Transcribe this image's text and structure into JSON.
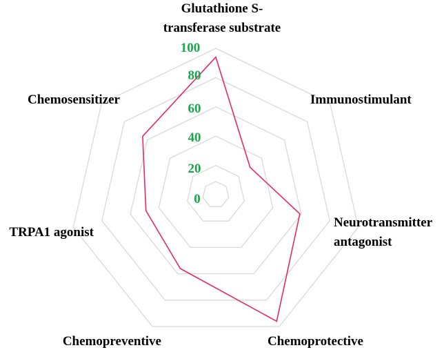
{
  "chart_data": {
    "type": "radar",
    "axes": [
      [
        "Glutathione S-",
        "transferase substrate"
      ],
      [
        "Immunostimulant"
      ],
      [
        "Neurotransmitter",
        "antagonist"
      ],
      [
        "Chemoprotective"
      ],
      [
        "Chemopreventive"
      ],
      [
        "TRPA1 agonist"
      ],
      [
        "Chemosensitizer"
      ]
    ],
    "ticks": [
      0,
      20,
      40,
      60,
      80,
      100
    ],
    "range": [
      0,
      100
    ],
    "series": [
      {
        "values": [
          94,
          30,
          59,
          96,
          56,
          49,
          64
        ]
      }
    ],
    "colors": {
      "series": "#e8266d",
      "grid": "#d9d9d9",
      "ticks": "#1aa64a",
      "labels": "#000000"
    }
  }
}
